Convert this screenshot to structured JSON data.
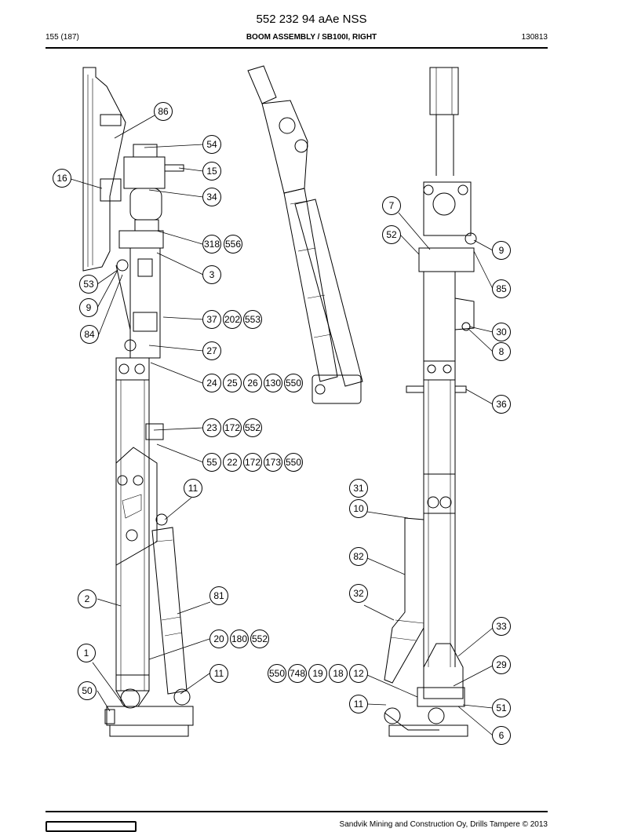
{
  "header": {
    "doc_id": "552 232 94 aAe NSS",
    "page": "155 (187)",
    "title": "BOOM ASSEMBLY / SB100I, RIGHT",
    "code": "130813"
  },
  "footer": {
    "copyright": "Sandvik Mining and Construction Oy, Drills Tampere © 2013"
  },
  "callouts": [
    {
      "id": "c86",
      "label": "86"
    },
    {
      "id": "c54",
      "label": "54"
    },
    {
      "id": "c15",
      "label": "15"
    },
    {
      "id": "c16",
      "label": "16"
    },
    {
      "id": "c34",
      "label": "34"
    },
    {
      "id": "c318",
      "label": "318"
    },
    {
      "id": "c556",
      "label": "556"
    },
    {
      "id": "c3",
      "label": "3"
    },
    {
      "id": "c53",
      "label": "53"
    },
    {
      "id": "c9a",
      "label": "9"
    },
    {
      "id": "c37",
      "label": "37"
    },
    {
      "id": "c202",
      "label": "202"
    },
    {
      "id": "c553a",
      "label": "553"
    },
    {
      "id": "c84",
      "label": "84"
    },
    {
      "id": "c27",
      "label": "27"
    },
    {
      "id": "c24",
      "label": "24"
    },
    {
      "id": "c25",
      "label": "25"
    },
    {
      "id": "c26",
      "label": "26"
    },
    {
      "id": "c130",
      "label": "130"
    },
    {
      "id": "c550a",
      "label": "550"
    },
    {
      "id": "c23",
      "label": "23"
    },
    {
      "id": "c172a",
      "label": "172"
    },
    {
      "id": "c552a",
      "label": "552"
    },
    {
      "id": "c55",
      "label": "55"
    },
    {
      "id": "c22",
      "label": "22"
    },
    {
      "id": "c172b",
      "label": "172"
    },
    {
      "id": "c173",
      "label": "173"
    },
    {
      "id": "c550b",
      "label": "550"
    },
    {
      "id": "c11a",
      "label": "11"
    },
    {
      "id": "c2",
      "label": "2"
    },
    {
      "id": "c81",
      "label": "81"
    },
    {
      "id": "c20",
      "label": "20"
    },
    {
      "id": "c180",
      "label": "180"
    },
    {
      "id": "c552b",
      "label": "552"
    },
    {
      "id": "c1",
      "label": "1"
    },
    {
      "id": "c11b",
      "label": "11"
    },
    {
      "id": "c50",
      "label": "50"
    },
    {
      "id": "c7",
      "label": "7"
    },
    {
      "id": "c52",
      "label": "52"
    },
    {
      "id": "c9b",
      "label": "9"
    },
    {
      "id": "c85",
      "label": "85"
    },
    {
      "id": "c30",
      "label": "30"
    },
    {
      "id": "c8",
      "label": "8"
    },
    {
      "id": "c36",
      "label": "36"
    },
    {
      "id": "c31",
      "label": "31"
    },
    {
      "id": "c10",
      "label": "10"
    },
    {
      "id": "c82",
      "label": "82"
    },
    {
      "id": "c32",
      "label": "32"
    },
    {
      "id": "c33",
      "label": "33"
    },
    {
      "id": "c29",
      "label": "29"
    },
    {
      "id": "c550c",
      "label": "550"
    },
    {
      "id": "c748",
      "label": "748"
    },
    {
      "id": "c19",
      "label": "19"
    },
    {
      "id": "c18",
      "label": "18"
    },
    {
      "id": "c12",
      "label": "12"
    },
    {
      "id": "c11c",
      "label": "11"
    },
    {
      "id": "c51",
      "label": "51"
    },
    {
      "id": "c6",
      "label": "6"
    }
  ]
}
